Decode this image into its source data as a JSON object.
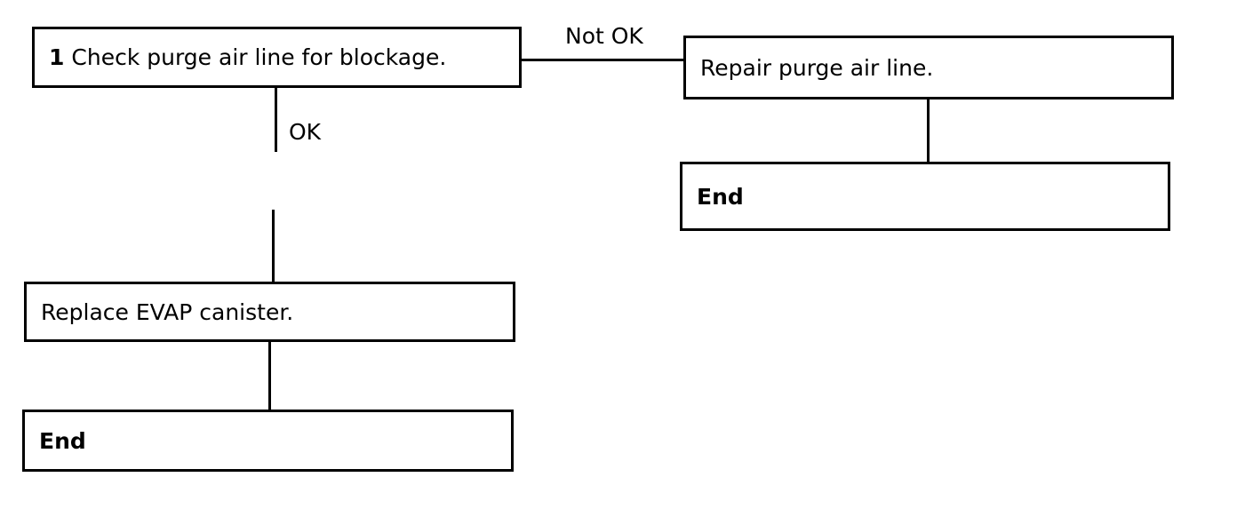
{
  "flowchart": {
    "step1": {
      "number": "1",
      "text": "Check purge air line for blockage."
    },
    "not_ok_label": "Not OK",
    "ok_label": "OK",
    "repair_box": {
      "text": "Repair purge air line."
    },
    "end_right": {
      "text": "End"
    },
    "replace_box": {
      "text": "Replace EVAP canister."
    },
    "end_left": {
      "text": "End"
    }
  }
}
